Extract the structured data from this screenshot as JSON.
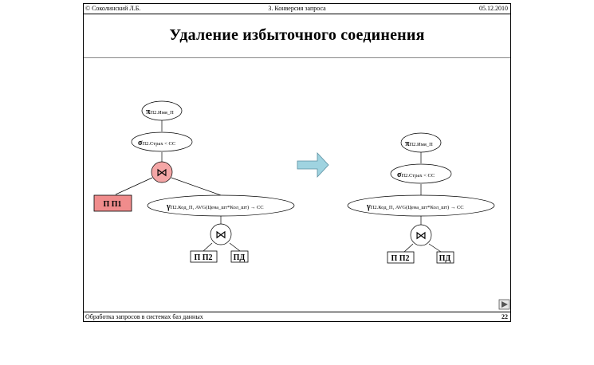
{
  "header": {
    "author": "© Соколинский Л.Б.",
    "section": "3. Конверсия запроса",
    "date": "05.12.2010"
  },
  "title": "Удаление избыточного соединения",
  "left_tree": {
    "projection": {
      "symbol": "π",
      "sub": "П2.Имя_П"
    },
    "selection": {
      "symbol": "σ",
      "sub": "П2.Страх < СС"
    },
    "join_symbol": "⋈",
    "relation_p1": "П П1",
    "group": {
      "symbol": "γ",
      "sub": "П2.Код_П, AVG(Цена_шт*Кол_шт) → СС"
    },
    "join2_symbol": "⋈",
    "relation_p2": "П П2",
    "relation_pd": "ПД"
  },
  "right_tree": {
    "projection": {
      "symbol": "π",
      "sub": "П2.Имя_П"
    },
    "selection": {
      "symbol": "σ",
      "sub": "П2.Страх < СС"
    },
    "group": {
      "symbol": "γ",
      "sub": "П2.Код_П, AVG(Цена_шт*Кол_шт) → СС"
    },
    "join_symbol": "⋈",
    "relation_p2": "П П2",
    "relation_pd": "ПД"
  },
  "footer": {
    "course": "Обработка запросов в системах баз данных",
    "page": "22"
  },
  "colors": {
    "join_highlight": "#f4a6a6",
    "relation_highlight": "#f08c8c",
    "arrow_fill": "#9fd3e0",
    "arrow_stroke": "#5a8fa0"
  },
  "icons": {
    "transform_arrow": "right-arrow-icon",
    "next_slide": "play-icon"
  }
}
